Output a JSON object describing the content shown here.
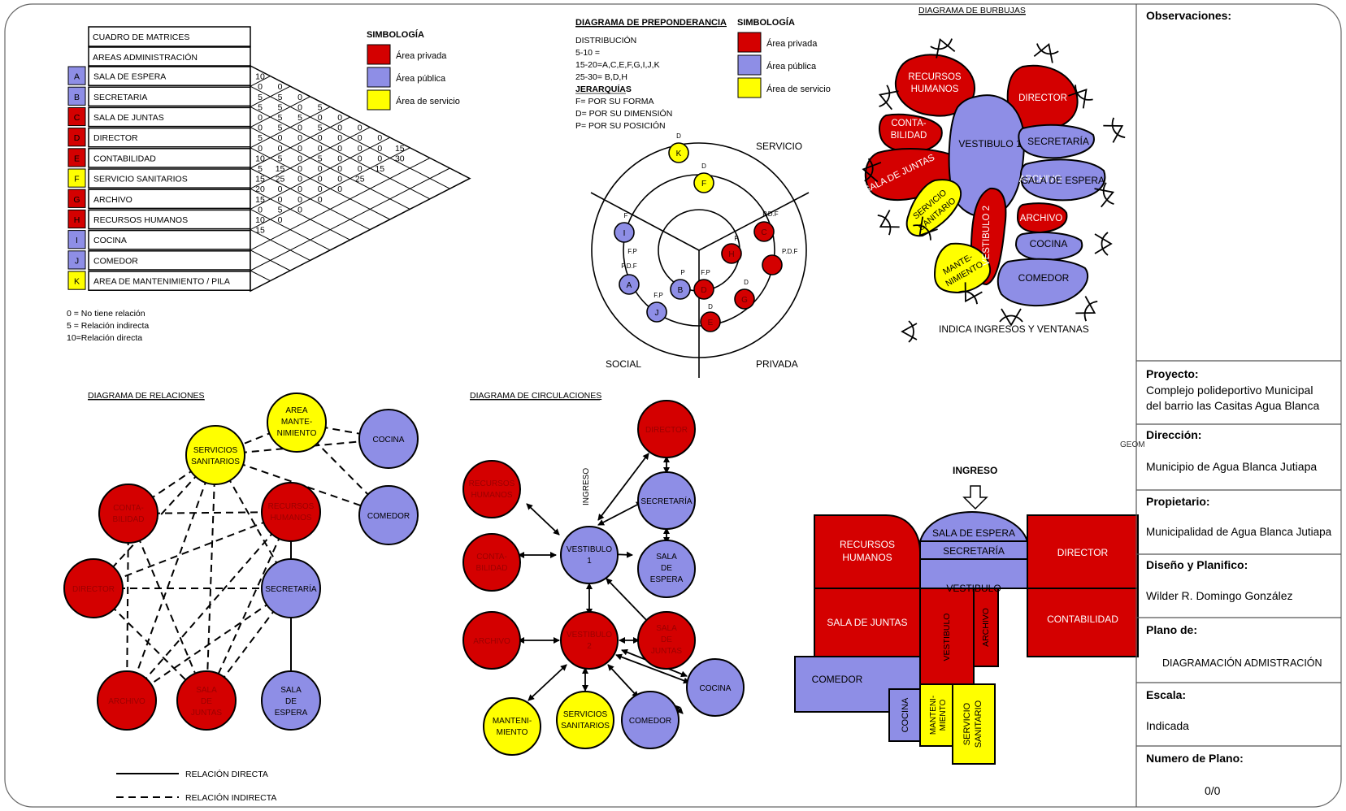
{
  "colors": {
    "private": "#d40000",
    "public": "#8e8ee6",
    "service": "#ffff00",
    "line": "#000000"
  },
  "matrix": {
    "title": "CUADRO DE MATRICES",
    "subtitle": "AREAS ADMINISTRACIÓN",
    "rows": [
      {
        "letter": "A",
        "name": "SALA DE ESPERA",
        "type": "public"
      },
      {
        "letter": "B",
        "name": "SECRETARIA",
        "type": "public"
      },
      {
        "letter": "C",
        "name": "SALA DE JUNTAS",
        "type": "private"
      },
      {
        "letter": "D",
        "name": "DIRECTOR",
        "type": "private"
      },
      {
        "letter": "E",
        "name": "CONTABILIDAD",
        "type": "private"
      },
      {
        "letter": "F",
        "name": "SERVICIO SANITARIOS",
        "type": "service"
      },
      {
        "letter": "G",
        "name": "ARCHIVO",
        "type": "private"
      },
      {
        "letter": "H",
        "name": "RECURSOS HUMANOS",
        "type": "private"
      },
      {
        "letter": "I",
        "name": "COCINA",
        "type": "public"
      },
      {
        "letter": "J",
        "name": "COMEDOR",
        "type": "public"
      },
      {
        "letter": "K",
        "name": "AREA DE MANTENIMIENTO / PILA",
        "type": "service"
      }
    ],
    "relations": [
      [
        10
      ],
      [
        0,
        0
      ],
      [
        5,
        5,
        0
      ],
      [
        5,
        5,
        0,
        5
      ],
      [
        0,
        5,
        5,
        0,
        0
      ],
      [
        0,
        5,
        0,
        5,
        0,
        0
      ],
      [
        5,
        0,
        0,
        0,
        0,
        0,
        0
      ],
      [
        0,
        0,
        0,
        0,
        0,
        0,
        0,
        15
      ],
      [
        10,
        5,
        0,
        5,
        0,
        0,
        0,
        30
      ],
      [
        5,
        15,
        0,
        0,
        0,
        0,
        15
      ],
      [
        15,
        25,
        0,
        0,
        0,
        25
      ],
      [
        20,
        0,
        0,
        0,
        0
      ],
      [
        15,
        0,
        0,
        0
      ],
      [
        0,
        5,
        0
      ],
      [
        10,
        0
      ],
      [
        15
      ]
    ],
    "legend": [
      "0 = No tiene relación",
      "5 = Relación indirecta",
      "10=Relación directa"
    ]
  },
  "symbology_1": {
    "title": "SIMBOLOGÍA",
    "items": [
      {
        "label": "Área privada",
        "type": "private"
      },
      {
        "label": "Área pública",
        "type": "public"
      },
      {
        "label": "Área de servicio",
        "type": "service"
      }
    ]
  },
  "preponderance": {
    "title": "DIAGRAMA DE PREPONDERANCIA",
    "lines": [
      "DISTRIBUCIÓN",
      "5-10  =",
      "15-20=A,C,E,F,G,I,J,K",
      "25-30= B,D,H"
    ],
    "hier_title": "JERARQUÍAS",
    "hier": [
      "F= POR SU FORMA",
      "D= POR SU DIMENSIÓN",
      "P= POR SU POSICIÓN"
    ],
    "sectors": {
      "service": "SERVICIO",
      "social": "SOCIAL",
      "private": "PRIVADA"
    },
    "nodes": [
      {
        "id": "K",
        "tag": "D",
        "type": "service"
      },
      {
        "id": "F",
        "tag": "D",
        "type": "service"
      },
      {
        "id": "I",
        "tag": "F",
        "tag2": "F.P",
        "type": "public"
      },
      {
        "id": "A",
        "tag": "P.D.F",
        "type": "public"
      },
      {
        "id": "B",
        "tag": "P",
        "type": "public"
      },
      {
        "id": "J",
        "tag": "F.P",
        "type": "public"
      },
      {
        "id": "D",
        "tag": "F.P",
        "type": "private"
      },
      {
        "id": "E",
        "tag": "D",
        "type": "private"
      },
      {
        "id": "G",
        "tag": "D",
        "type": "private"
      },
      {
        "id": "H",
        "tag": "P",
        "type": "private"
      },
      {
        "id": "C",
        "tag": "P.D.F",
        "tag0": "P",
        "type": "private"
      }
    ]
  },
  "symbology_2": {
    "title": "SIMBOLOGÍA",
    "items": [
      {
        "label": "Área privada",
        "type": "private"
      },
      {
        "label": "Área pública",
        "type": "public"
      },
      {
        "label": "Área de servicio",
        "type": "service"
      }
    ]
  },
  "bubbles": {
    "title": "DIAGRAMA DE BURBUJAS",
    "legend": "INDICA INGRESOS Y VENTANAS",
    "labels": {
      "rrhh": [
        "RECURSOS",
        "HUMANOS"
      ],
      "director": "DIRECTOR",
      "conta": [
        "CONTA-",
        "BILIDAD"
      ],
      "vest1": "VESTIBULO 1",
      "secretaria": "SECRETARÍA",
      "juntas": "SALA DE JUNTAS",
      "espera": "SALA DE ESPERA",
      "servicio": [
        "SERVICIO",
        "SANITARIO"
      ],
      "vest2": "VESTIBULO 2",
      "archivo": "ARCHIVO",
      "cocina": "COCINA",
      "mant": [
        "MANTE-",
        "NIMIENTO"
      ],
      "comedor": "COMEDOR"
    }
  },
  "relations": {
    "title": "DIAGRAMA DE RELACIONES",
    "nodes": {
      "mant": [
        "AREA",
        "MANTE-",
        "NIMIENTO"
      ],
      "serv": [
        "SERVICIOS",
        "SANITARIOS"
      ],
      "cocina": "COCINA",
      "conta": [
        "CONTA-",
        "BILIDAD"
      ],
      "rrhh": [
        "RECURSOS",
        "HUMANOS"
      ],
      "comedor": "COMEDOR",
      "director": "DIRECTOR",
      "secretaria": "SECRETARÍA",
      "archivo": "ARCHIVO",
      "juntas": [
        "SALA",
        "DE",
        "JUNTAS"
      ],
      "espera": [
        "SALA",
        "DE",
        "ESPERA"
      ]
    },
    "legend_direct": "RELACIÓN DIRECTA",
    "legend_indirect": "RELACIÓN INDIRECTA"
  },
  "circulation": {
    "title": "DIAGRAMA DE CIRCULACIONES",
    "ingreso": "INGRESO",
    "nodes": {
      "director": "DIRECTOR",
      "rrhh": [
        "RECURSOS",
        "HUMANOS"
      ],
      "secretaria": "SECRETARÍA",
      "conta": [
        "CONTA-",
        "BILIDAD"
      ],
      "vest1": [
        "VESTIBULO",
        "1"
      ],
      "espera": [
        "SALA",
        "DE",
        "ESPERA"
      ],
      "archivo": "ARCHIVO",
      "vest2": [
        "VESTIBULO",
        "2"
      ],
      "juntas": [
        "SALA",
        "DE",
        "JUNTAS"
      ],
      "cocina": "COCINA",
      "mant": [
        "MANTENI-",
        "MIENTO"
      ],
      "serv": [
        "SERVICIOS",
        "SANITARIOS"
      ],
      "comedor": "COMEDOR"
    }
  },
  "plan": {
    "ingreso": "INGRESO",
    "geom": "GEOM",
    "labels": {
      "rrhh": [
        "RECURSOS",
        "HUMANOS"
      ],
      "espera": "SALA DE ESPERA",
      "secretaria": "SECRETARÍA",
      "director": "DIRECTOR",
      "vestibulo": "VESTIBULO",
      "juntas": "SALA DE JUNTAS",
      "contabilidad": "CONTABILIDAD",
      "vest_v": "VESTIBULO",
      "archivo": "ARCHIVO",
      "comedor": "COMEDOR",
      "cocina": "COCINA",
      "mant": [
        "MANTENI-",
        "MIENTO"
      ],
      "servicio": [
        "SERVICIO",
        "SANITARIO"
      ]
    }
  },
  "titleblock": {
    "observaciones": "Observaciones:",
    "proyecto_label": "Proyecto:",
    "proyecto_lines": [
      "Complejo polideportivo Municipal",
      "del barrio las Casitas Agua Blanca"
    ],
    "direccion_label": "Dirección:",
    "direccion": "Municipio de Agua Blanca Jutiapa",
    "propietario_label": "Propietario:",
    "propietario": "Municipalidad de Agua Blanca Jutiapa",
    "diseno_label": "Diseño y Planifico:",
    "diseno": "Wilder R. Domingo González",
    "plano_label": "Plano de:",
    "plano": "DIAGRAMACIÓN ADMISTRACIÓN",
    "escala_label": "Escala:",
    "escala": "Indicada",
    "numero_label": "Numero de Plano:",
    "numero": "0/0"
  }
}
